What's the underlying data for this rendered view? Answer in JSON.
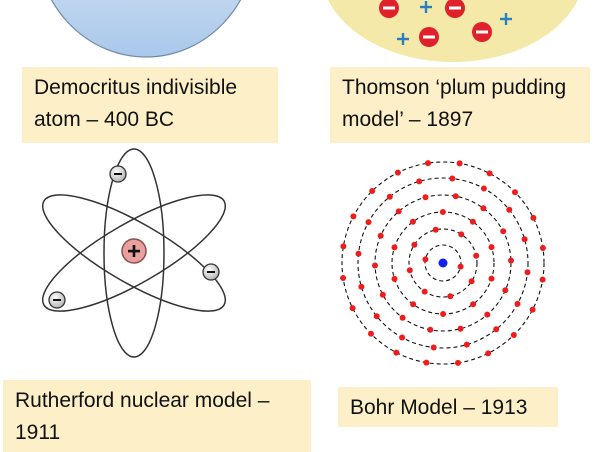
{
  "labels": {
    "democritus": "Democritus indivisible atom – 400 BC",
    "thomson": "Thomson ‘plum pudding model’ – 1897",
    "rutherford": "Rutherford nuclear model – 1911",
    "bohr": "Bohr Model – 1913"
  },
  "symbols": {
    "minus": "−",
    "plus": "+"
  },
  "colors": {
    "label_background": "#fdf0c8",
    "pudding": "#f4e9a8",
    "electron_red": "#e0202a",
    "proton_blue": "#2a7fc0",
    "nucleus_pink": "#e8a0a0",
    "bohr_electron": "#ee1c1c",
    "bohr_nucleus": "#1020ee"
  }
}
